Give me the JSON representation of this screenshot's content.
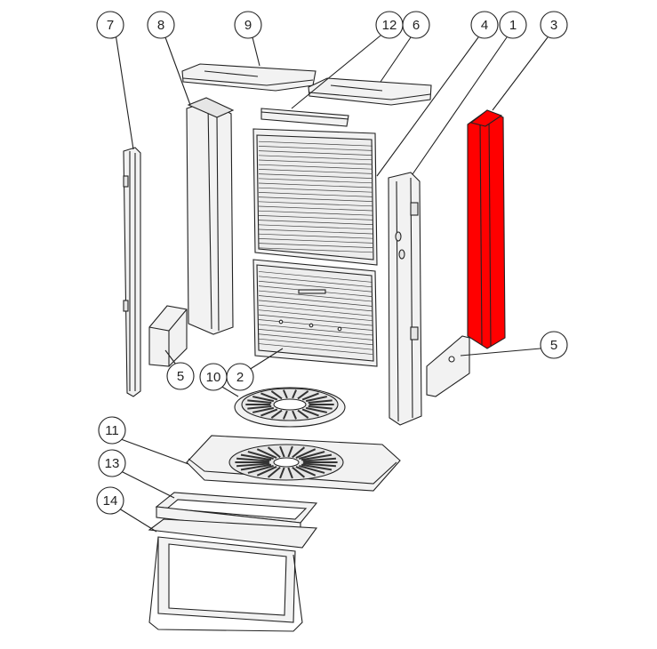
{
  "diagram": {
    "highlight_color": "#ff0000",
    "line_color": "#222222",
    "fill_color": "#f2f2f2",
    "callouts": [
      {
        "id": "c7",
        "label": "7"
      },
      {
        "id": "c8",
        "label": "8"
      },
      {
        "id": "c9",
        "label": "9"
      },
      {
        "id": "c12",
        "label": "12"
      },
      {
        "id": "c6",
        "label": "6"
      },
      {
        "id": "c4",
        "label": "4"
      },
      {
        "id": "c1",
        "label": "1"
      },
      {
        "id": "c3",
        "label": "3"
      },
      {
        "id": "c5a",
        "label": "5"
      },
      {
        "id": "c5b",
        "label": "5"
      },
      {
        "id": "c10",
        "label": "10"
      },
      {
        "id": "c2",
        "label": "2"
      },
      {
        "id": "c11",
        "label": "11"
      },
      {
        "id": "c13",
        "label": "13"
      },
      {
        "id": "c14",
        "label": "14"
      }
    ]
  }
}
